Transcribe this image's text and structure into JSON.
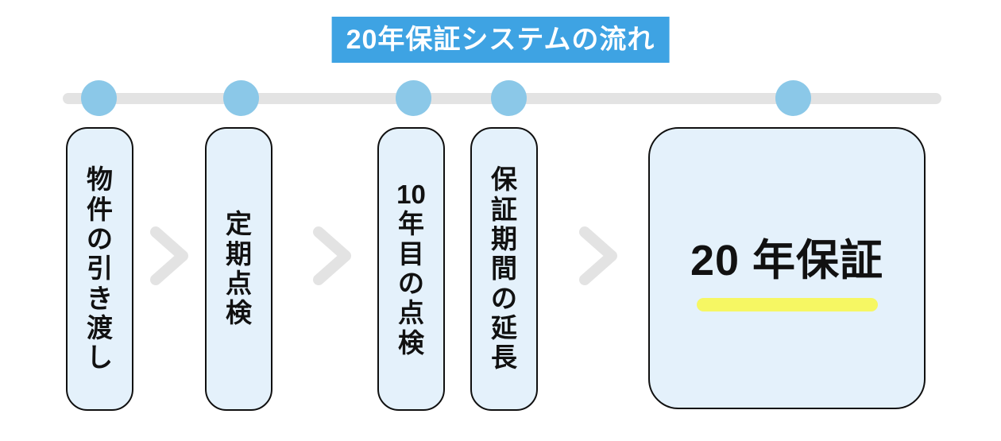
{
  "title": {
    "label": "20年保証システムの流れ"
  },
  "timeline": {
    "dot_count": 5
  },
  "steps": [
    {
      "id": "handover",
      "label": "物件の引き渡し",
      "text_direction": "vertical"
    },
    {
      "id": "periodic-inspection",
      "label": "定期点検",
      "text_direction": "vertical"
    },
    {
      "id": "year10-inspection",
      "label": "10年目の点検",
      "text_direction": "vertical"
    },
    {
      "id": "warranty-extension",
      "label": "保証期間の延長",
      "text_direction": "vertical"
    },
    {
      "id": "warranty-20-years",
      "label": "20 年保証",
      "text_direction": "horizontal",
      "highlight_underline": true
    }
  ],
  "colors": {
    "badge_blue": "#3EA3E3",
    "dot_blue": "#8BC8E8",
    "box_fill": "#E4F1FB",
    "box_border": "#101010",
    "gray": "#E3E3E3",
    "highlight_yellow": "#F6F763",
    "text": "#111111"
  }
}
